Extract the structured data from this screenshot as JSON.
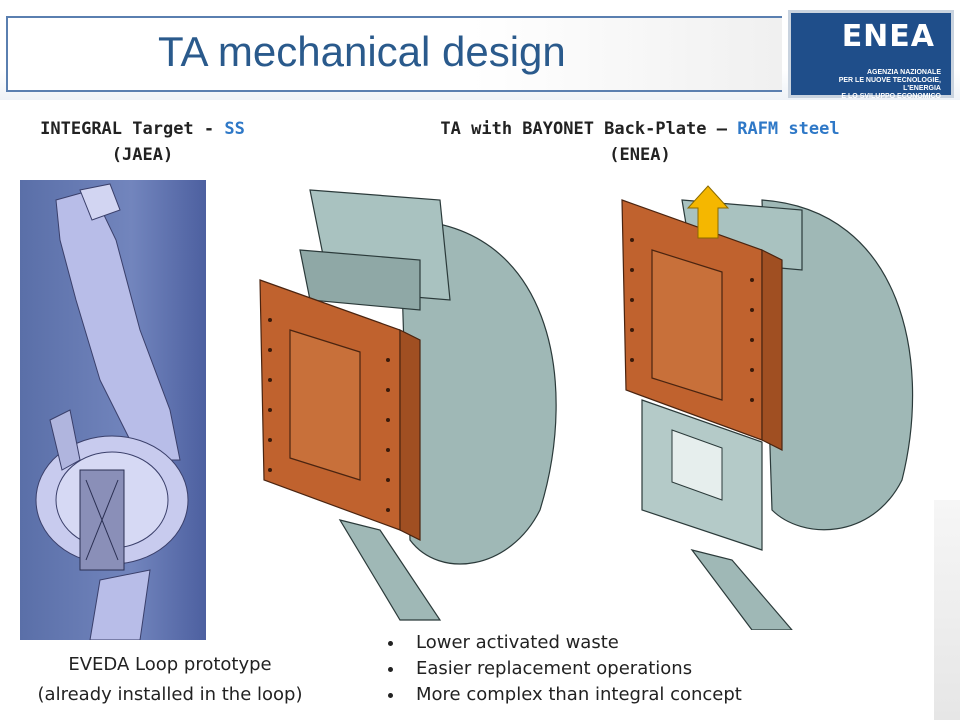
{
  "slide": {
    "title": "TA mechanical design"
  },
  "logo": {
    "brand": "ENEA",
    "line1": "AGENZIA NAZIONALE",
    "line2": "PER LE NUOVE TECNOLOGIE, L'ENERGIA",
    "line3": "E LO SVILUPPO ECONOMICO SOSTENIBILE"
  },
  "left": {
    "heading_prefix": "INTEGRAL Target - ",
    "heading_accent": "SS",
    "heading_line2": "(JAEA)",
    "caption_line1": "EVEDA Loop prototype",
    "caption_line2": "(already installed in the loop)"
  },
  "right": {
    "heading_prefix": "TA with BAYONET Back-Plate – ",
    "heading_accent": "RAFM steel",
    "heading_line2": "(ENEA)",
    "bullets": [
      "Lower activated waste",
      "Easier replacement operations",
      "More complex than integral concept"
    ]
  },
  "colors": {
    "title": "#2a5a8c",
    "accent": "#2e78c7",
    "plate": "#c0622e",
    "body": "#9fb8b6",
    "arrow": "#f5b700"
  }
}
